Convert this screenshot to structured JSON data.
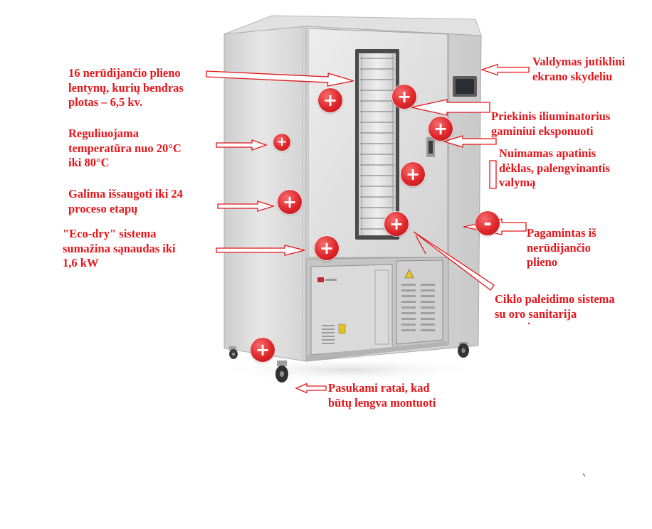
{
  "colors": {
    "annotation_red": "#e3161b",
    "marker_red": "#e0262a",
    "background": "#ffffff"
  },
  "callouts": {
    "shelves": {
      "lines": [
        "16 nerūdijančio plieno",
        "lentynų, kurių bendras",
        "plotas – 6,5 kv."
      ]
    },
    "temperature": {
      "lines": [
        "Reguliuojama",
        "temperatūra nuo 20°C",
        "iki 80°C"
      ]
    },
    "process_steps": {
      "lines": [
        "Galima išsaugoti iki 24",
        "proceso etapų"
      ]
    },
    "eco_dry": {
      "lines": [
        "\"Eco-dry\" sistema",
        "sumažina sąnaudas iki",
        "1,6 kW"
      ]
    },
    "touch_panel": {
      "lines": [
        "Valdymas jutiklini",
        "ekrano skydeliu"
      ]
    },
    "front_window": {
      "lines": [
        "Priekinis iliuminatorius",
        "gaminiui eksponuoti"
      ]
    },
    "bottom_tray": {
      "lines": [
        "Nuimamas apatinis",
        "dėklas, palengvinantis",
        "valymą"
      ]
    },
    "material": {
      "lines": [
        "Pagamintas iš",
        "nerūdijančio",
        "plieno"
      ]
    },
    "start_cycle": {
      "lines": [
        "Ciklo paleidimo sistema",
        "su oro sanitarija"
      ]
    },
    "wheels": {
      "lines": [
        "Pasukami ratai, kad",
        "būtų lengva montuoti"
      ]
    }
  },
  "markers": [
    {
      "symbol": "+",
      "icon": "plus-icon"
    },
    {
      "symbol": "+",
      "icon": "plus-icon"
    },
    {
      "symbol": "+",
      "icon": "plus-icon"
    },
    {
      "symbol": "+",
      "icon": "plus-icon"
    },
    {
      "symbol": "+",
      "icon": "plus-icon"
    },
    {
      "symbol": "+",
      "icon": "plus-icon"
    },
    {
      "symbol": "+",
      "icon": "plus-icon"
    },
    {
      "symbol": "-",
      "icon": "minus-icon"
    },
    {
      "symbol": "+",
      "icon": "plus-icon"
    },
    {
      "symbol": "+",
      "icon": "plus-icon"
    }
  ]
}
